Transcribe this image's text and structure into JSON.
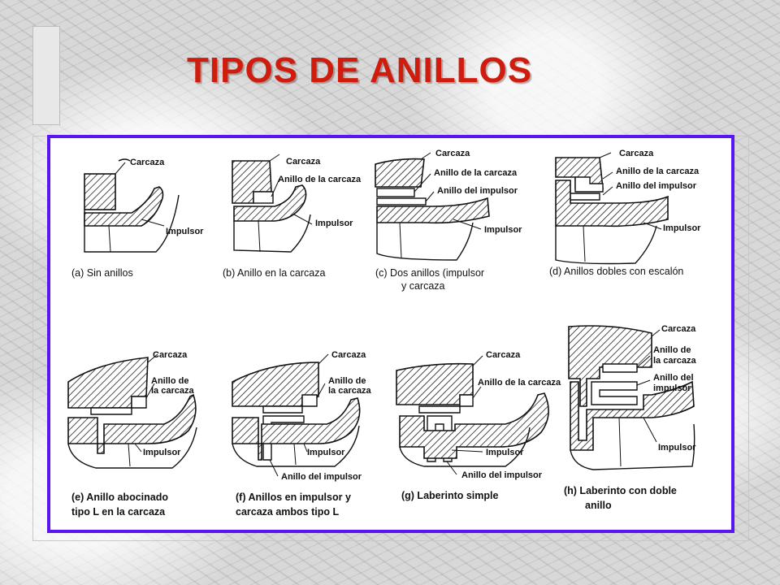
{
  "title": "TIPOS DE ANILLOS",
  "diagrams": [
    {
      "id": "a",
      "labels": [
        "Carcaza",
        "Impulsor"
      ],
      "caption": [
        "(a)  Sin anillos"
      ]
    },
    {
      "id": "b",
      "labels": [
        "Carcaza",
        "Anillo de la carcaza",
        "Impulsor"
      ],
      "caption": [
        "(b)  Anillo en la carcaza"
      ]
    },
    {
      "id": "c",
      "labels": [
        "Carcaza",
        "Anillo de la carcaza",
        "Anillo del impulsor",
        "Impulsor"
      ],
      "caption": [
        "(c)  Dos anillos (impulsor",
        "y carcaza"
      ]
    },
    {
      "id": "d",
      "labels": [
        "Carcaza",
        "Anillo de la carcaza",
        "Anillo del impulsor",
        "Impulsor"
      ],
      "caption": [
        "(d)  Anillos dobles con escalón"
      ]
    },
    {
      "id": "e",
      "labels": [
        "Carcaza",
        "Anillo de",
        "la carcaza",
        "Impulsor"
      ],
      "caption": [
        "(e)  Anillo abocinado",
        "tipo L en la carcaza"
      ]
    },
    {
      "id": "f",
      "labels": [
        "Carcaza",
        "Anillo de",
        "la carcaza",
        "Impulsor",
        "Anillo del impulsor"
      ],
      "caption": [
        "(f)  Anillos en impulsor y",
        "carcaza ambos tipo L"
      ]
    },
    {
      "id": "g",
      "labels": [
        "Carcaza",
        "Anillo de la carcaza",
        "Impulsor",
        "Anillo del impulsor"
      ],
      "caption": [
        "(g)  Laberinto simple"
      ]
    },
    {
      "id": "h",
      "labels": [
        "Carcaza",
        "Anillo de",
        "la carcaza",
        "Anillo del",
        "impulsor",
        "Impulsor"
      ],
      "caption": [
        "(h)  Laberinto con doble",
        "anillo"
      ]
    }
  ]
}
